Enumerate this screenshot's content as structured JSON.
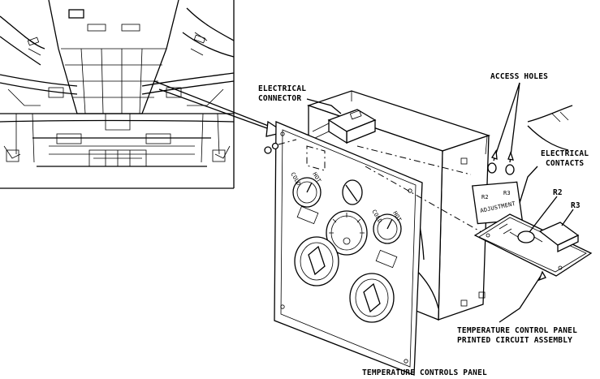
{
  "labels": {
    "electrical_connector_1": "ELECTRICAL",
    "electrical_connector_2": "CONNECTOR",
    "access_holes": "ACCESS HOLES",
    "electrical_contacts_1": "ELECTRICAL",
    "electrical_contacts_2": "CONTACTS",
    "r2": "R2",
    "r3": "R3",
    "pcb_1": "TEMPERATURE CONTROL PANEL",
    "pcb_2": "PRINTED CIRCUIT ASSEMBLY",
    "caption": "TEMPERATURE CONTROLS PANEL"
  },
  "panel_markings": {
    "cold_1": "COLD",
    "hot_1": "HOT",
    "cold_2": "COLD",
    "hot_2": "HOT",
    "box_r2": "R2",
    "box_r3": "R3",
    "box_adjustment": "ADJUSTMENT"
  }
}
